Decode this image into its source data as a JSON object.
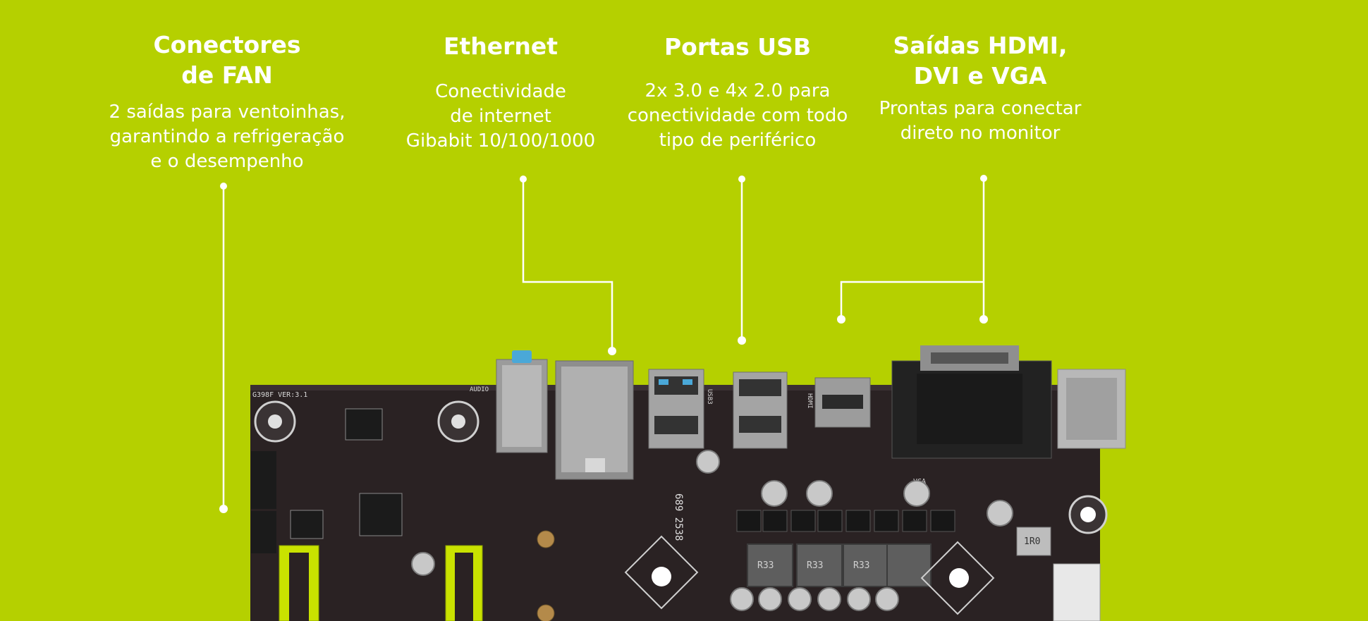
{
  "accent_color": "#b5d000",
  "board_color": "#2a2223",
  "features": [
    {
      "id": "fan",
      "title": "Conectores\nde FAN",
      "description": "2 saídas para ventoinhas,\ngarantindo a refrigeração\ne o desempenho"
    },
    {
      "id": "ethernet",
      "title": "Ethernet",
      "description": "Conectividade\nde internet\nGibabit 10/100/1000"
    },
    {
      "id": "usb",
      "title": "Portas USB",
      "description": "2x 3.0 e 4x 2.0 para\nconectividade com todo\ntipo de periférico"
    },
    {
      "id": "video",
      "title": "Saídas HDMI,\nDVI e VGA",
      "description": "Prontas para conectar\ndireto no monitor"
    }
  ],
  "board": {
    "model_label": "G398F VER:3.1",
    "audio_label": "AUDIO",
    "usb_label": "USB3",
    "hdmi_label": "HDMI",
    "vga_label": "VGA",
    "serial_label": "689\n2538",
    "inductor_label": "1R0",
    "choke_label": "R33"
  }
}
